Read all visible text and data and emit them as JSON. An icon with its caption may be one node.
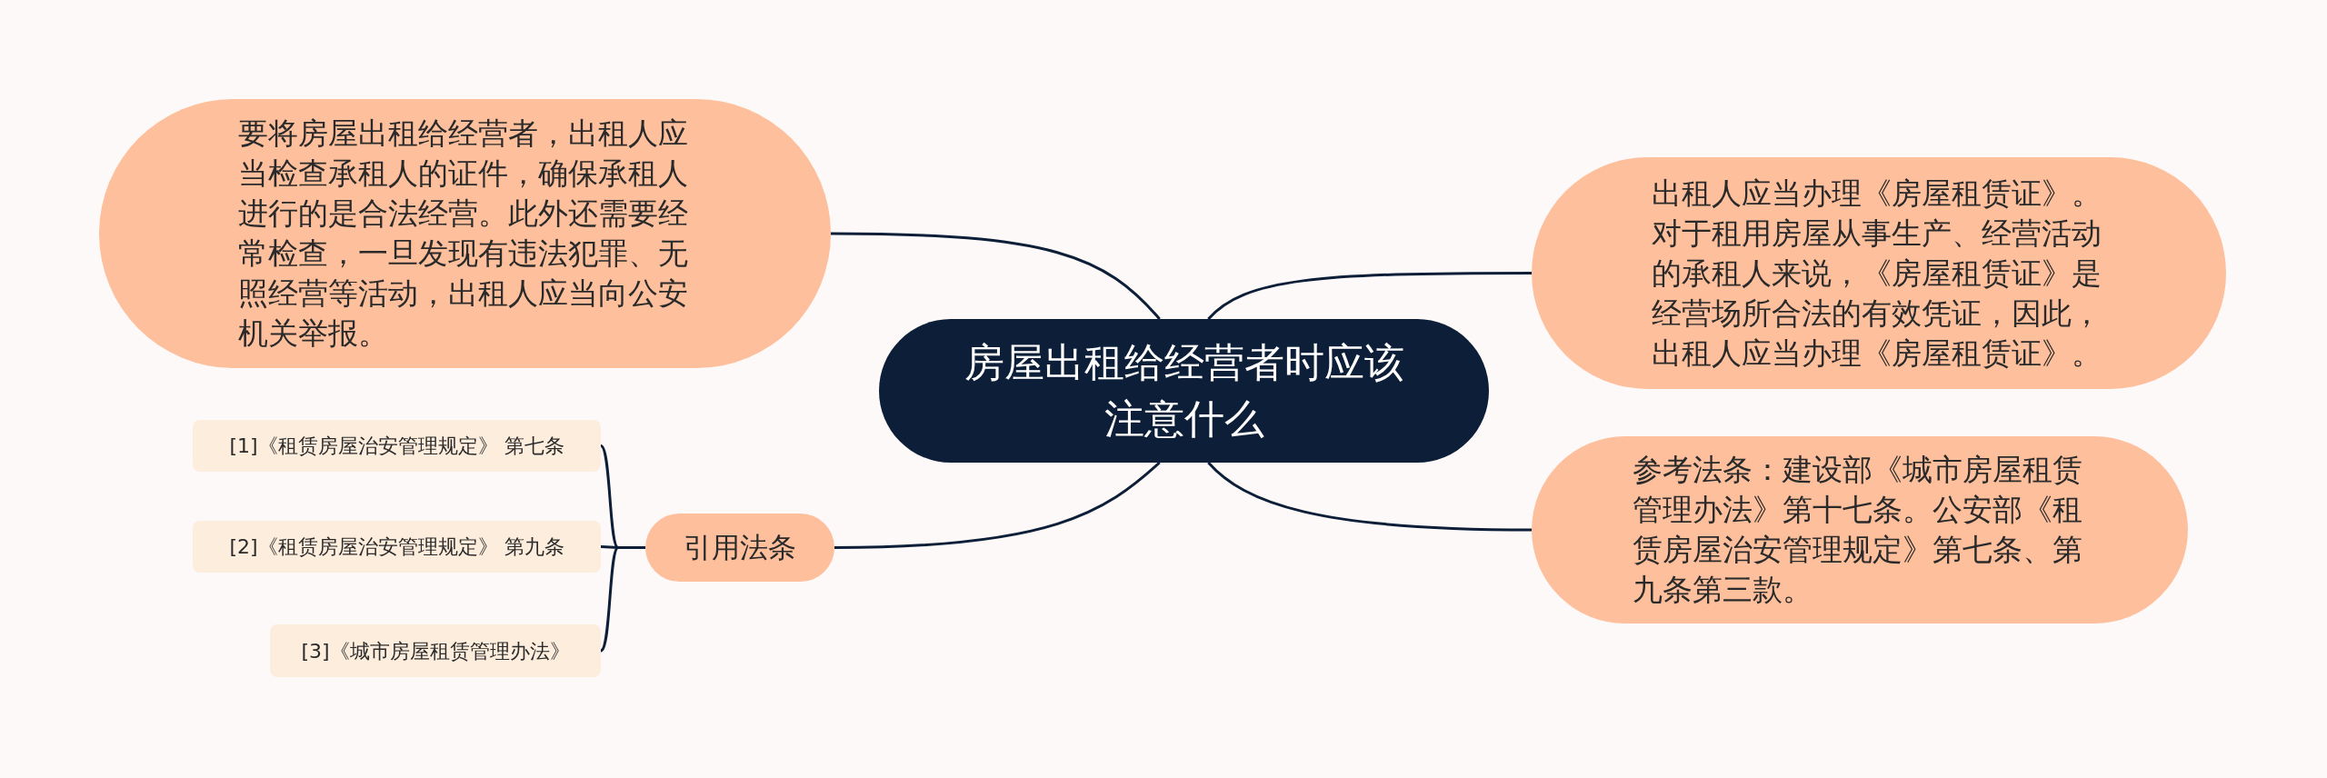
{
  "diagram": {
    "nodes": [
      {
        "text": [
          "房屋出租给经营者时应该注意什么"
        ]
      },
      {
        "text": [
          "要将房屋出租给经营者，出租人应当检查承租人的证件，确保承租人进行的是合法经营。此外还需要经常检查，一旦发现有违法犯罪、无照经营等活动，出租人应当向公安机关举报。"
        ]
      },
      {
        "text": [
          "出租人应当办理《房屋租赁证》。对于租用房屋从事生产、经营活动的承租人来说，《房屋租赁证》是经营场所合法的有效凭证，因此，出租人应当办理《房屋租赁证》。"
        ]
      },
      {
        "text": [
          "引用法条"
        ]
      },
      {
        "text": [
          "参考法条：建设部《城市房屋租赁管理办法》第十七条。公安部《租赁房屋治安管理规定》第七条、第九条第三款。"
        ]
      },
      {
        "text": [
          "[1]《租赁房屋治安管理规定》 第七条"
        ]
      },
      {
        "text": [
          "[2]《租赁房屋治安管理规定》 第九条"
        ]
      },
      {
        "text": [
          "[3]《城市房屋租赁管理办法》"
        ]
      }
    ],
    "edges": [
      {
        "from": 0,
        "to": 1,
        "arrow": "none"
      },
      {
        "from": 0,
        "to": 2,
        "arrow": "none"
      },
      {
        "from": 0,
        "to": 3,
        "arrow": "none"
      },
      {
        "from": 0,
        "to": 4,
        "arrow": "none"
      },
      {
        "from": 3,
        "to": 5,
        "arrow": "none"
      },
      {
        "from": 3,
        "to": 6,
        "arrow": "none"
      },
      {
        "from": 3,
        "to": 7,
        "arrow": "none"
      }
    ]
  }
}
